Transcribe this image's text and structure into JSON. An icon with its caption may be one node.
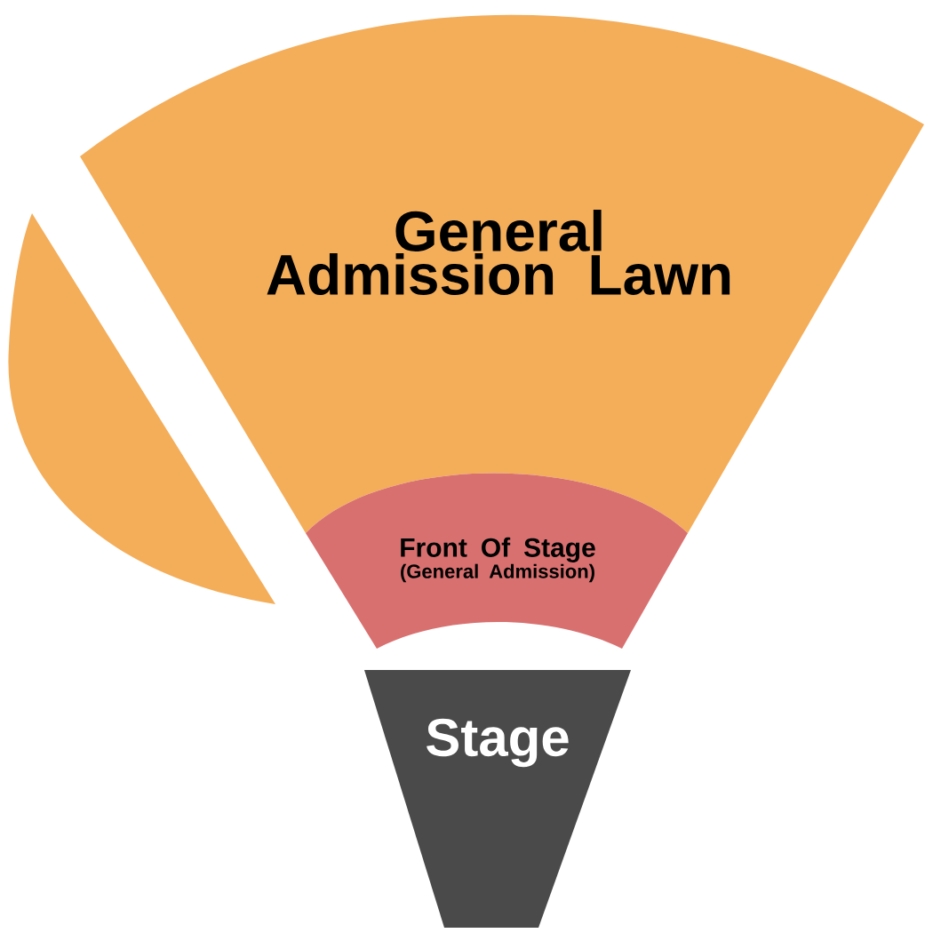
{
  "diagram": {
    "nodes": [
      {
        "text": [
          "General Admission Lawn"
        ]
      },
      {
        "text": [],
        "shape": "segment"
      },
      {
        "text": [
          "Front Of Stage",
          "(General Admission)"
        ]
      },
      {
        "text": [
          "Stage"
        ]
      }
    ]
  }
}
